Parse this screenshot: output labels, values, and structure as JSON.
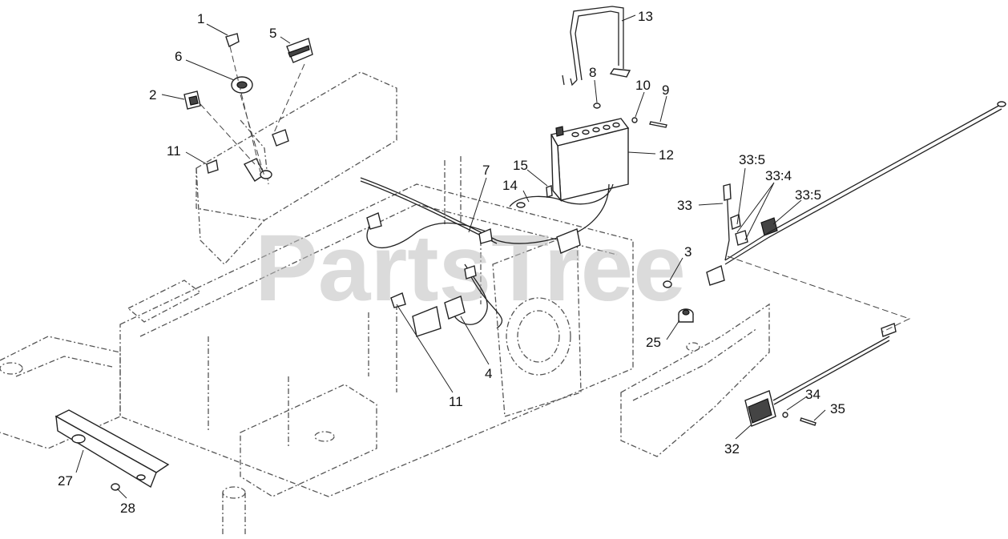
{
  "watermark": "PartsTree",
  "callouts": [
    {
      "id": "c1",
      "text": "1"
    },
    {
      "id": "c5",
      "text": "5"
    },
    {
      "id": "c6",
      "text": "6"
    },
    {
      "id": "c2",
      "text": "2"
    },
    {
      "id": "c11a",
      "text": "11"
    },
    {
      "id": "c13",
      "text": "13"
    },
    {
      "id": "c8",
      "text": "8"
    },
    {
      "id": "c10",
      "text": "10"
    },
    {
      "id": "c9",
      "text": "9"
    },
    {
      "id": "c12",
      "text": "12"
    },
    {
      "id": "c7",
      "text": "7"
    },
    {
      "id": "c15",
      "text": "15"
    },
    {
      "id": "c14",
      "text": "14"
    },
    {
      "id": "c33_5a",
      "text": "33:5"
    },
    {
      "id": "c33_4",
      "text": "33:4"
    },
    {
      "id": "c33_5b",
      "text": "33:5"
    },
    {
      "id": "c33",
      "text": "33"
    },
    {
      "id": "c3",
      "text": "3"
    },
    {
      "id": "c25",
      "text": "25"
    },
    {
      "id": "c4",
      "text": "4"
    },
    {
      "id": "c11b",
      "text": "11"
    },
    {
      "id": "c34",
      "text": "34"
    },
    {
      "id": "c35",
      "text": "35"
    },
    {
      "id": "c32",
      "text": "32"
    },
    {
      "id": "c27",
      "text": "27"
    },
    {
      "id": "c28",
      "text": "28"
    }
  ]
}
